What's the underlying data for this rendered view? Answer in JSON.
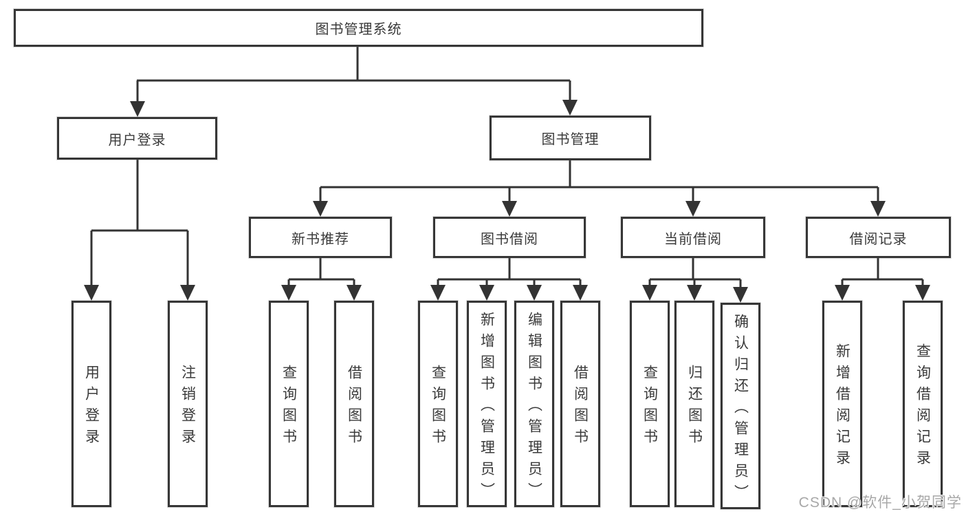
{
  "diagram": {
    "root": {
      "label": "图书管理系统"
    },
    "level2": [
      {
        "label": "用户登录"
      },
      {
        "label": "图书管理"
      }
    ],
    "level3": [
      {
        "label": "新书推荐",
        "parent": "图书管理"
      },
      {
        "label": "图书借阅",
        "parent": "图书管理"
      },
      {
        "label": "当前借阅",
        "parent": "图书管理"
      },
      {
        "label": "借阅记录",
        "parent": "图书管理"
      }
    ],
    "leaves": [
      {
        "label": "用户登录",
        "parent": "用户登录"
      },
      {
        "label": "注销登录",
        "parent": "用户登录"
      },
      {
        "label": "查询图书",
        "parent": "新书推荐"
      },
      {
        "label": "借阅图书",
        "parent": "新书推荐"
      },
      {
        "label": "查询图书",
        "parent": "图书借阅"
      },
      {
        "label": "新增图书（管理员）",
        "parent": "图书借阅"
      },
      {
        "label": "编辑图书（管理员）",
        "parent": "图书借阅"
      },
      {
        "label": "借阅图书",
        "parent": "图书借阅"
      },
      {
        "label": "查询图书",
        "parent": "当前借阅"
      },
      {
        "label": "归还图书",
        "parent": "当前借阅"
      },
      {
        "label": "确认归还（管理员）",
        "parent": "当前借阅"
      },
      {
        "label": "新增借阅记录",
        "parent": "借阅记录"
      },
      {
        "label": "查询借阅记录",
        "parent": "借阅记录"
      }
    ]
  },
  "watermark": "CSDN @软件_小贺同学",
  "colors": {
    "line": "#333333",
    "box_border": "#363636",
    "text": "#3a3a3a",
    "background": "#ffffff",
    "watermark": "#a8a8a8"
  }
}
